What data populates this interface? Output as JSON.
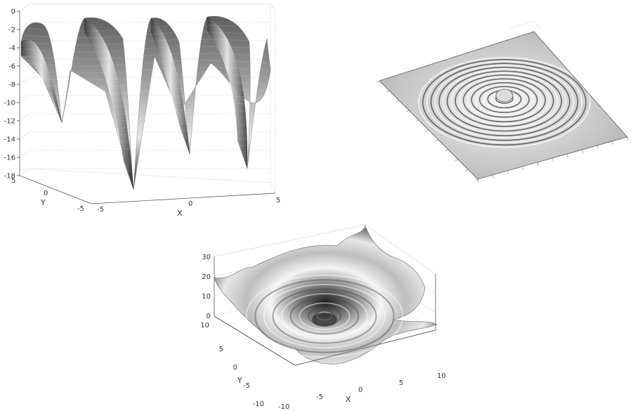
{
  "chart_data": [
    {
      "type": "surface",
      "name": "surface-plot-1",
      "xlabel": "X",
      "ylabel": "Y",
      "zlabel": "",
      "xlim": [
        -5,
        5
      ],
      "ylim": [
        -5,
        5
      ],
      "zlim": [
        -18,
        0
      ],
      "xticks": [
        "-5",
        "0",
        "5"
      ],
      "yticks": [
        "-5",
        "0",
        "5"
      ],
      "zticks": [
        "0",
        "-2",
        "-4",
        "-6",
        "-8",
        "-10",
        "-12",
        "-14",
        "-16",
        "-18"
      ],
      "grid": true,
      "colormap": "gray"
    },
    {
      "type": "surface",
      "name": "surface-plot-2",
      "xlabel": "",
      "ylabel": "",
      "zlabel": "",
      "xlim": [
        -10,
        10
      ],
      "ylim": [
        -10,
        10
      ],
      "grid": true,
      "colormap": "gray"
    },
    {
      "type": "surface",
      "name": "surface-plot-3",
      "xlabel": "X",
      "ylabel": "Y",
      "zlabel": "",
      "xlim": [
        -10,
        10
      ],
      "ylim": [
        -10,
        10
      ],
      "zlim": [
        0,
        30
      ],
      "xticks": [
        "-10",
        "-5",
        "0",
        "5",
        "10"
      ],
      "yticks": [
        "-10",
        "-5",
        "0",
        "5",
        "10"
      ],
      "zticks": [
        "30",
        "20",
        "10",
        "0"
      ],
      "grid": true,
      "colormap": "gray"
    }
  ]
}
